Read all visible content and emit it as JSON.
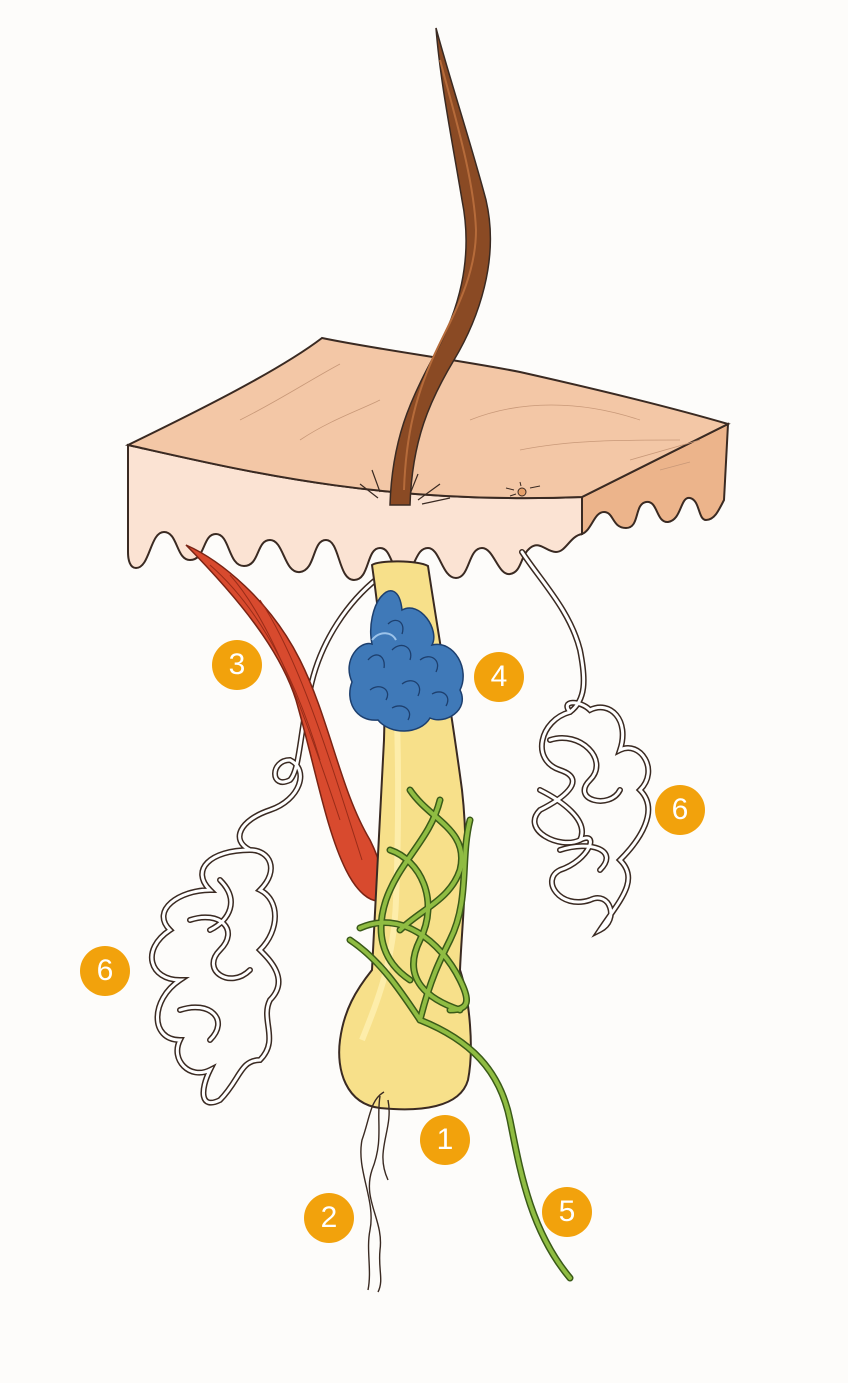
{
  "diagram": {
    "markers": [
      {
        "id": "m1",
        "label": "1"
      },
      {
        "id": "m2",
        "label": "2"
      },
      {
        "id": "m3",
        "label": "3"
      },
      {
        "id": "m4",
        "label": "4"
      },
      {
        "id": "m5",
        "label": "5"
      },
      {
        "id": "m6a",
        "label": "6"
      },
      {
        "id": "m6b",
        "label": "6"
      }
    ],
    "colors": {
      "marker": "#f2a20c",
      "skin_top": "#f3c7a6",
      "skin_side": "#fbe3d3",
      "skin_right": "#ecb48b",
      "hair": "#8a4a24",
      "follicle": "#f7e08a",
      "muscle": "#d84a2e",
      "gland": "#3f79b8",
      "nerve": "#8fbc42",
      "outline": "#3a2a22"
    }
  }
}
